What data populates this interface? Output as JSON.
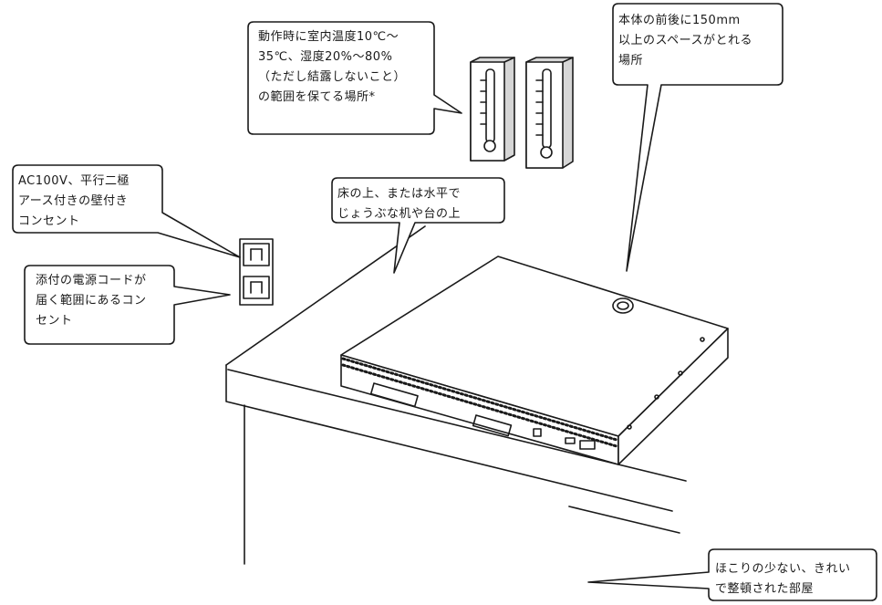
{
  "callouts": {
    "temperature": "動作時に室内温度10℃～\n35℃、湿度20%～80%\n（ただし結露しないこと）\nの範囲を保てる場所*",
    "space": "本体の前後に150mm\n以上のスペースがとれる\n場所",
    "ac_outlet": "AC100V、平行二極\nアース付きの壁付き\nコンセント",
    "power_cord": "添付の電源コードが\n届く範囲にあるコン\nセント",
    "floor": "床の上、または水平で\nじょうぶな机や台の上",
    "room": "ほこりの少ない、きれい\nで整頓された部屋"
  },
  "colors": {
    "line": "#1a1a1a",
    "thermometer_fill": "#d6d6d6",
    "background": "#ffffff"
  },
  "icons": [
    "thermometer-icon",
    "wall-outlet-icon",
    "server-icon",
    "desk-icon"
  ]
}
